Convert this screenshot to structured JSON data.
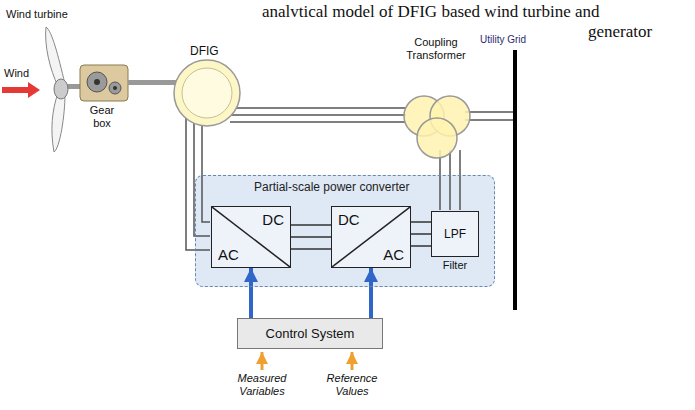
{
  "diagram": {
    "nodes": [
      {
        "text": [
          "Partial-scale power converter"
        ]
      },
      {
        "text": [
          "AC",
          "DC"
        ],
        "in": 0
      },
      {
        "text": [
          "DC",
          "AC"
        ],
        "in": 0
      },
      {
        "text": [
          "LPF",
          "Filter"
        ],
        "in": 0
      },
      {
        "text": [
          "Control System"
        ]
      }
    ],
    "edges": [
      {
        "from": 1,
        "to": 2,
        "arrow": "none"
      },
      {
        "from": 2,
        "to": 3,
        "arrow": "none"
      },
      {
        "from": 4,
        "to": 1,
        "arrow": "to"
      },
      {
        "from": 4,
        "to": 2,
        "arrow": "to"
      }
    ],
    "labels": [
      "analvtical model of DFIG based wind turbine and",
      "generator",
      "Wind turbine",
      "Wind",
      "Gear box",
      "DFIG",
      "Coupling Transformer",
      "Utility Grid",
      "Measured Variables",
      "Reference Values"
    ]
  }
}
